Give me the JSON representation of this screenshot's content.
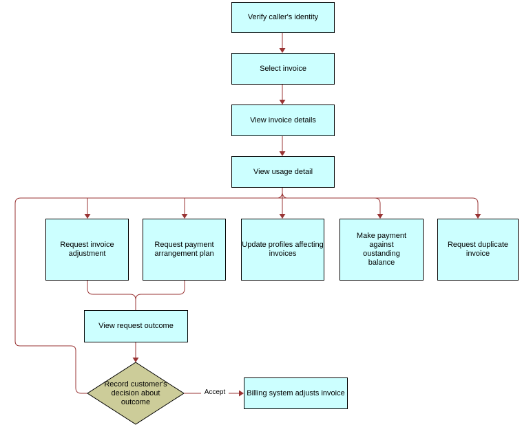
{
  "diagram": {
    "type": "flowchart",
    "colors": {
      "process_fill": "#ccffff",
      "decision_fill": "#cccc99",
      "node_border": "#000000",
      "connector": "#993333",
      "text": "#000000",
      "background": "#ffffff"
    },
    "nodes": {
      "verify_identity": {
        "shape": "process",
        "label": "Verify caller's identity"
      },
      "select_invoice": {
        "shape": "process",
        "label": "Select invoice"
      },
      "view_invoice_details": {
        "shape": "process",
        "label": "View invoice details"
      },
      "view_usage_detail": {
        "shape": "process",
        "label": "View usage detail"
      },
      "request_invoice_adjustment": {
        "shape": "process",
        "label": "Request invoice adjustment"
      },
      "request_payment_arrangement_plan": {
        "shape": "process",
        "label": "Request payment arrangement plan"
      },
      "update_profiles_affecting_invoices": {
        "shape": "process",
        "label": "Update profiles affecting invoices"
      },
      "make_payment_against_oustanding_balance": {
        "shape": "process",
        "label": "Make payment against oustanding balance"
      },
      "request_duplicate_invoice": {
        "shape": "process",
        "label": "Request duplicate invoice"
      },
      "view_request_outcome": {
        "shape": "process",
        "label": "View request outcome"
      },
      "record_customers_decision": {
        "shape": "decision",
        "label": "Record customer's decision about outcome"
      },
      "billing_system_adjusts_invoice": {
        "shape": "process",
        "label": "Billing system adjusts invoice"
      }
    },
    "edge_labels": {
      "accept": "Accept"
    }
  }
}
